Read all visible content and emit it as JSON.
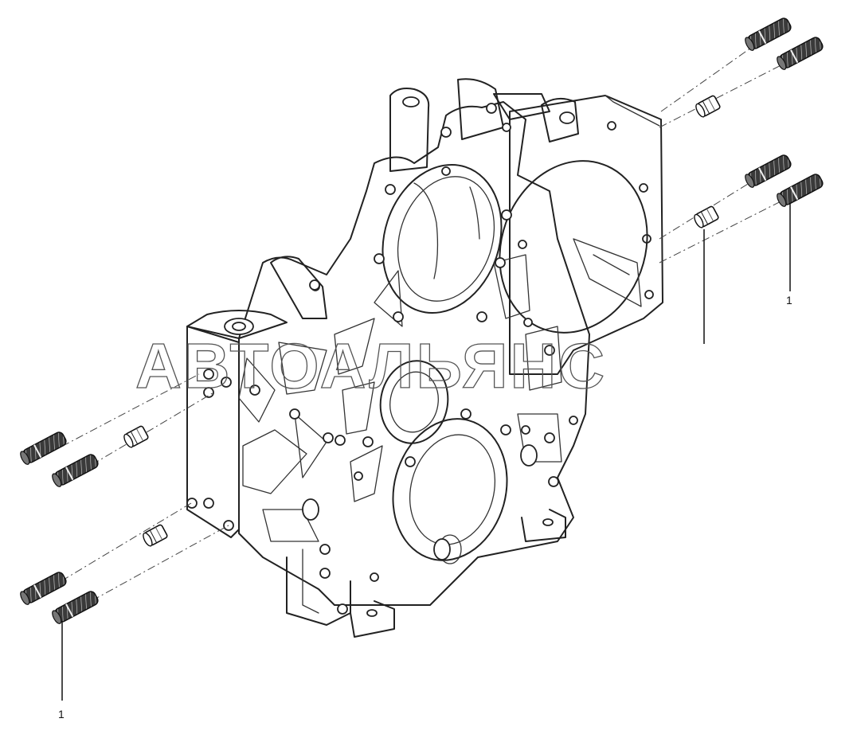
{
  "diagram": {
    "watermark": "АВТОАЛЬЯНС",
    "callouts": [
      {
        "id": "left",
        "text": "1"
      },
      {
        "id": "right",
        "text": "1"
      }
    ],
    "parts": [
      {
        "name": "timing-gear-housing"
      },
      {
        "name": "dowel-pin"
      },
      {
        "name": "stud-bolt"
      }
    ]
  }
}
